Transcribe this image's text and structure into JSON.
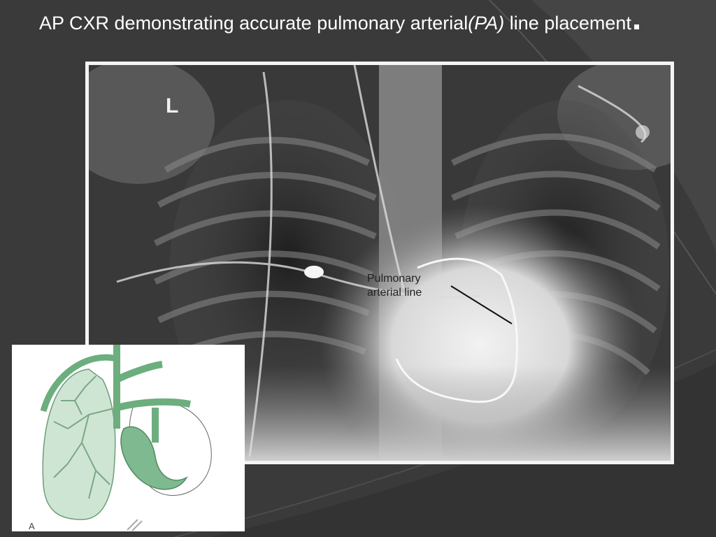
{
  "slide": {
    "title_prefix": "AP CXR demonstrating accurate pulmonary arterial",
    "title_italic": "(PA)",
    "title_suffix": " line placement"
  },
  "xray": {
    "side_marker": "L",
    "annotation_line1": "Pulmonary",
    "annotation_line2": "arterial line"
  },
  "diagram": {
    "panel_label": "A"
  },
  "colors": {
    "background": "#3a3a3a",
    "diagram_green": "#8fc49c",
    "diagram_dark_green": "#5a9a6c"
  }
}
